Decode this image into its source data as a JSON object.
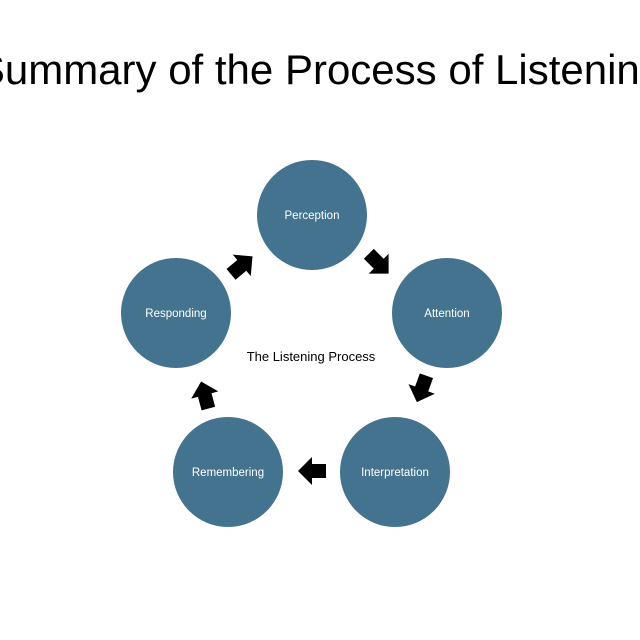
{
  "slide": {
    "title": "Summary of the Process of Listening"
  },
  "diagram": {
    "center_label": "The Listening Process",
    "node_color": "#44738f",
    "arrow_color": "#000000",
    "nodes": [
      {
        "label": "Perception"
      },
      {
        "label": "Attention"
      },
      {
        "label": "Interpretation"
      },
      {
        "label": "Remembering"
      },
      {
        "label": "Responding"
      }
    ]
  }
}
